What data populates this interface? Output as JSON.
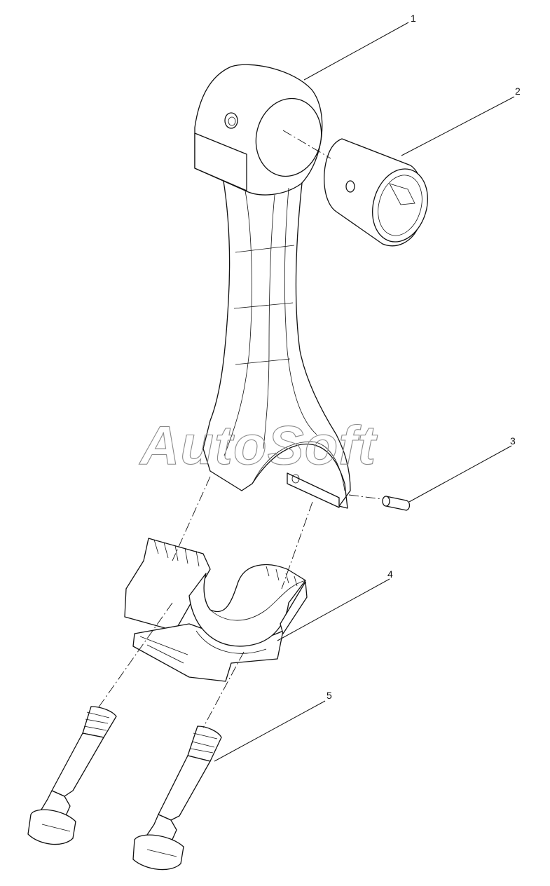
{
  "callouts": [
    "1",
    "2",
    "3",
    "4",
    "5"
  ],
  "watermark": "AutoSoft",
  "colors": {
    "line": "#111111",
    "watermark": "#8a8a8a",
    "background": "#ffffff"
  }
}
